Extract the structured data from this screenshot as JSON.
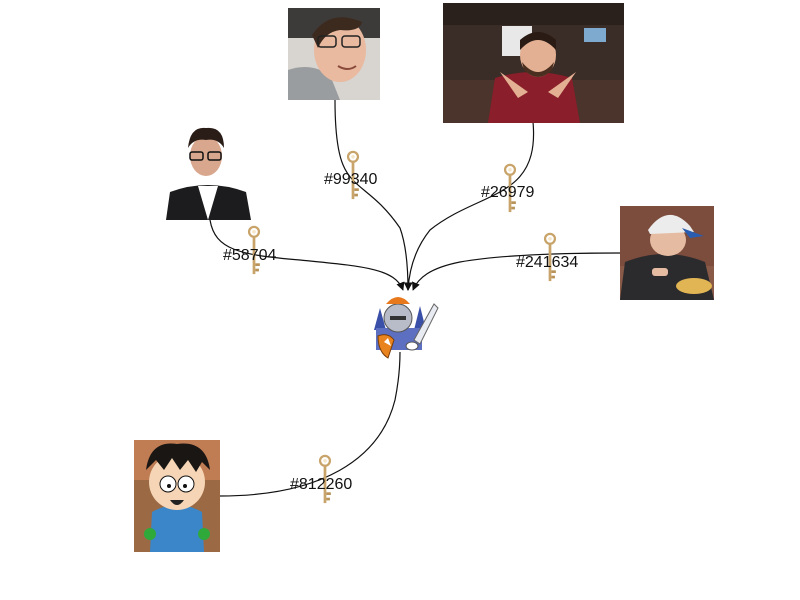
{
  "graph": {
    "center": {
      "icon": "knight-castle-icon"
    },
    "nodes": [
      {
        "id": "n1",
        "icon": "person-photo-icon",
        "edge_label": "#99340"
      },
      {
        "id": "n2",
        "icon": "person-photo-icon",
        "edge_label": "#26979"
      },
      {
        "id": "n3",
        "icon": "person-photo-icon",
        "edge_label": "#58704"
      },
      {
        "id": "n4",
        "icon": "person-photo-icon",
        "edge_label": "#241634"
      },
      {
        "id": "n5",
        "icon": "cartoon-avatar-icon",
        "edge_label": "#812260"
      }
    ],
    "edge_icon": "key-icon",
    "colors": {
      "edge": "#111111",
      "key": "#c9a46a",
      "background": "#ffffff"
    }
  }
}
